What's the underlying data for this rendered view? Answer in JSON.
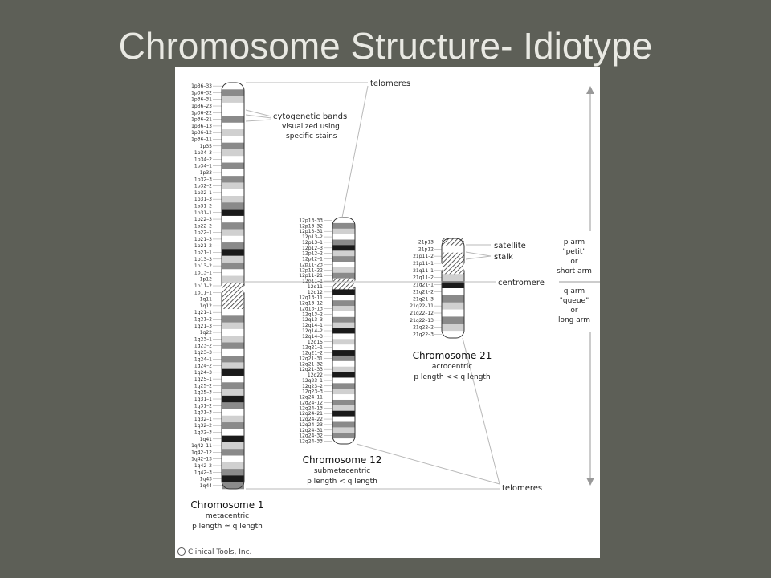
{
  "slide": {
    "title": "Chromosome Structure- Idiotype"
  },
  "labels": {
    "telomeres_top": "telomeres",
    "bands_line1": "cytogenetic bands",
    "bands_line2": "visualized using",
    "bands_line3": "specific stains",
    "satellite": "satellite",
    "stalk": "stalk",
    "centromere": "centromere",
    "telomeres_bottom": "telomeres",
    "copyright": "Clinical Tools, Inc."
  },
  "arms": {
    "p": [
      "p arm",
      "\"petit\"",
      "or",
      "short arm"
    ],
    "q": [
      "q arm",
      "\"queue\"",
      "or",
      "long arm"
    ]
  },
  "chromosomes": [
    {
      "id": "chr1",
      "name": "Chromosome 1",
      "type": "metacentric",
      "relation": "p length ≃ q length",
      "bands": [
        "1p36–33",
        "1p36–32",
        "1p36–31",
        "1p36–23",
        "1p36–22",
        "1p36–21",
        "1p36–13",
        "1p36–12",
        "1p36–11",
        "1p35",
        "1p34–3",
        "1p34–2",
        "1p34–1",
        "1p33",
        "1p32–3",
        "1p32–2",
        "1p32–1",
        "1p31–3",
        "1p31–2",
        "1p31–1",
        "1p22–3",
        "1p22–2",
        "1p22–1",
        "1p21–3",
        "1p21–2",
        "1p21–1",
        "1p13–3",
        "1p13–2",
        "1p13–1",
        "1p12",
        "1p11–2",
        "1p11–1",
        "1q11",
        "1q12",
        "1q21–1",
        "1q21–2",
        "1q21–3",
        "1q22",
        "1q23–1",
        "1q23–2",
        "1q23–3",
        "1q24–1",
        "1q24–2",
        "1q24–3",
        "1q25–1",
        "1q25–2",
        "1q25–3",
        "1q31–1",
        "1q31–2",
        "1q31–3",
        "1q32–1",
        "1q32–2",
        "1q32–3",
        "1q41",
        "1q42–11",
        "1q42–12",
        "1q42–13",
        "1q42–2",
        "1q42–3",
        "1q43",
        "1q44"
      ]
    },
    {
      "id": "chr12",
      "name": "Chromosome 12",
      "type": "submetacentric",
      "relation": "p length < q length",
      "bands": [
        "12p13–33",
        "12p13–32",
        "12p13–31",
        "12p13–2",
        "12p13–1",
        "12p12–3",
        "12p12–2",
        "12p12–1",
        "12p11–23",
        "12p11–22",
        "12p11–21",
        "12p11–1",
        "12q11",
        "12q12",
        "12q13–11",
        "12q13–12",
        "12q13–13",
        "12q13–2",
        "12q13–3",
        "12q14–1",
        "12q14–2",
        "12q14–3",
        "12q15",
        "12q21–1",
        "12q21–2",
        "12q21–31",
        "12q21–32",
        "12q21–33",
        "12q22",
        "12q23–1",
        "12q23–2",
        "12q23–3",
        "12q24–11",
        "12q24–12",
        "12q24–13",
        "12q24–21",
        "12q24–22",
        "12q24–23",
        "12q24–31",
        "12q24–32",
        "12q24–33"
      ]
    },
    {
      "id": "chr21",
      "name": "Chromosome 21",
      "type": "acrocentric",
      "relation": "p length << q length",
      "bands": [
        "21p13",
        "21p12",
        "21p11–2",
        "21p11–1",
        "21q11–1",
        "21q11–2",
        "21q21–1",
        "21q21–2",
        "21q21–3",
        "21q22–11",
        "21q22–12",
        "21q22–13",
        "21q22–2",
        "21q22–3"
      ]
    }
  ],
  "colors": {
    "background": "#5d5f57",
    "title": "#e9e9e3",
    "panel": "#ffffff"
  }
}
